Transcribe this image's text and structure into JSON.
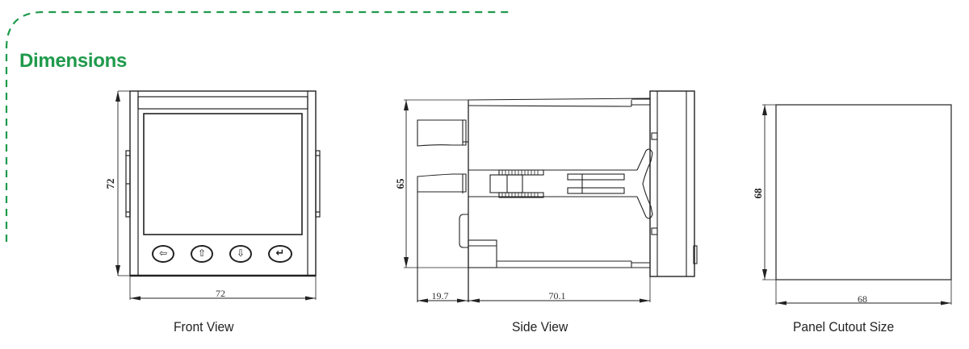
{
  "section": {
    "title": "Dimensions",
    "accent_color": "#1f9a4c"
  },
  "views": {
    "front": {
      "caption": "Front View",
      "height_dim": "72",
      "width_dim": "72",
      "buttons": [
        {
          "icon": "arrow-left-icon",
          "glyph": "⇦"
        },
        {
          "icon": "arrow-up-icon",
          "glyph": "⇧"
        },
        {
          "icon": "arrow-down-icon",
          "glyph": "⇩"
        },
        {
          "icon": "enter-icon",
          "glyph": "↵"
        }
      ]
    },
    "side": {
      "caption": "Side View",
      "height_dim": "65",
      "terminal_depth_dim": "19.7",
      "body_depth_dim": "70.1"
    },
    "cutout": {
      "caption": "Panel Cutout Size",
      "height_dim": "68",
      "width_dim": "68"
    }
  }
}
